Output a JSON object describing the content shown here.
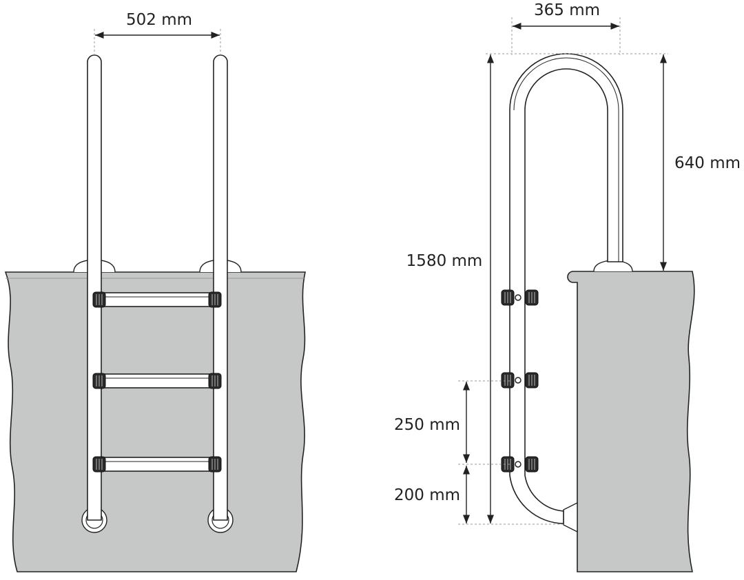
{
  "front_view": {
    "width_label": "502 mm"
  },
  "side_view": {
    "depth_label": "365 mm",
    "handrail_height_label": "640 mm",
    "total_height_label": "1580 mm",
    "step_spacing_label": "250 mm",
    "bottom_offset_label": "200 mm"
  },
  "colors": {
    "wall": "#c6c8c8",
    "line": "#222222"
  }
}
